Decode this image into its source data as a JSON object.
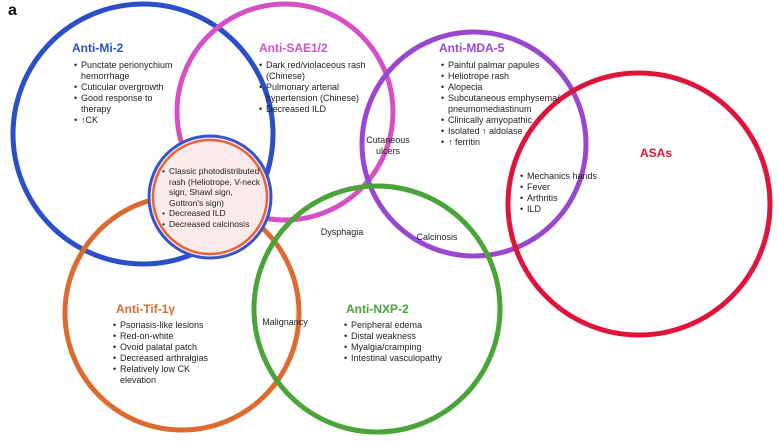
{
  "panel_letter": "a",
  "colors": {
    "anti_mi2": "#2a4fc9",
    "anti_sae": "#d64fc4",
    "anti_mda5": "#9a47cf",
    "anti_tif": "#dd6a2f",
    "anti_nxp2": "#4ba43a",
    "asas": "#e0143b",
    "center_fill": "#fbeaea",
    "center_ring_outer": "#3a53c8",
    "center_ring_inner": "#e4653d"
  },
  "circles": {
    "anti_mi2": {
      "title": "Anti-Mi-2",
      "items": [
        "Punctate periony­chium",
        "hemorrhage",
        "Cuticular overgrowth",
        "Good response to",
        "therapy",
        "↑CK"
      ]
    },
    "anti_sae": {
      "title": "Anti-SAE1/2",
      "items": [
        "Dark red/violaceous rash (Chinese)",
        "Pulmonary arterial hypertension (Chinese)",
        "Decreased ILD"
      ]
    },
    "anti_mda5": {
      "title": "Anti-MDA-5",
      "items": [
        "Painful palmar papules",
        "Heliotrope rash",
        "Alopecia",
        "Subcutaneous emphysema/ pneumomediastinum",
        "Clinically amyopathic",
        "Isolated ↑ aldolase",
        "↑ ferritin"
      ]
    },
    "asas": {
      "title": "ASAs",
      "items": [
        "Mechanics hands",
        "Fever",
        "Arthritis",
        "ILD"
      ]
    },
    "anti_tif": {
      "title": "Anti-Tif-1γ",
      "items": [
        "Psoriasis-like lesions",
        "Red-on-white",
        "Ovoid palatal patch",
        "Decreased arthralgias",
        "Relatively low CK elevation"
      ]
    },
    "anti_nxp2": {
      "title": "Anti-NXP-2",
      "items": [
        "Peripheral edema",
        "Distal weakness",
        "Myalgia/cramping",
        "Intestinal vasculopathy"
      ]
    },
    "center": {
      "items": [
        "Classic photodistributed rash (Heliotrope, V-neck sign, Shawl sign, Gottron's sign)",
        "Decreased ILD",
        "Decreased calcinosis"
      ]
    }
  },
  "overlaps": {
    "cutaneous_ulcers": "Cutaneous ulcers",
    "dysphagia": "Dysphagia",
    "calcinosis": "Calcinosis",
    "malignancy": "Malignancy"
  }
}
